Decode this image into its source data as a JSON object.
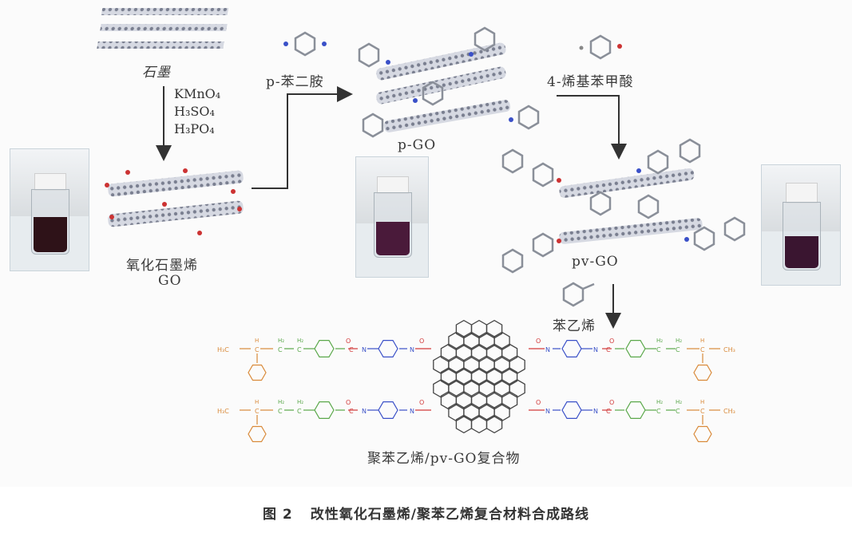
{
  "labels": {
    "graphite": "石墨",
    "reagent_lines": [
      "KMnO₄",
      "H₃SO₄",
      "H₃PO₄"
    ],
    "go_cn": "氧化石墨烯",
    "go": "GO",
    "p_phenylenediamine": "p-苯二胺",
    "pgo": "p-GO",
    "vinylbenzoic": "4-烯基苯甲酸",
    "pvgo": "pv-GO",
    "styrene": "苯乙烯",
    "composite": "聚苯乙烯/pv-GO复合物"
  },
  "chain_labels": {
    "end_left": "H₃C",
    "end_right": "CH₃",
    "ch2": "H₂",
    "ch": "H",
    "amide_o": "O",
    "amide_n": "N",
    "amide_c": "C"
  },
  "caption": {
    "number": "图 2",
    "text": "改性氧化石墨烯/聚苯乙烯复合材料合成路线"
  },
  "colors": {
    "orange": "#d98a3a",
    "green": "#5aa84a",
    "red": "#d23a3a",
    "blue": "#3a50c8",
    "gray": "#555555",
    "liquid_dark": "#2e1218",
    "liquid_purple": "#4a1a3a"
  }
}
